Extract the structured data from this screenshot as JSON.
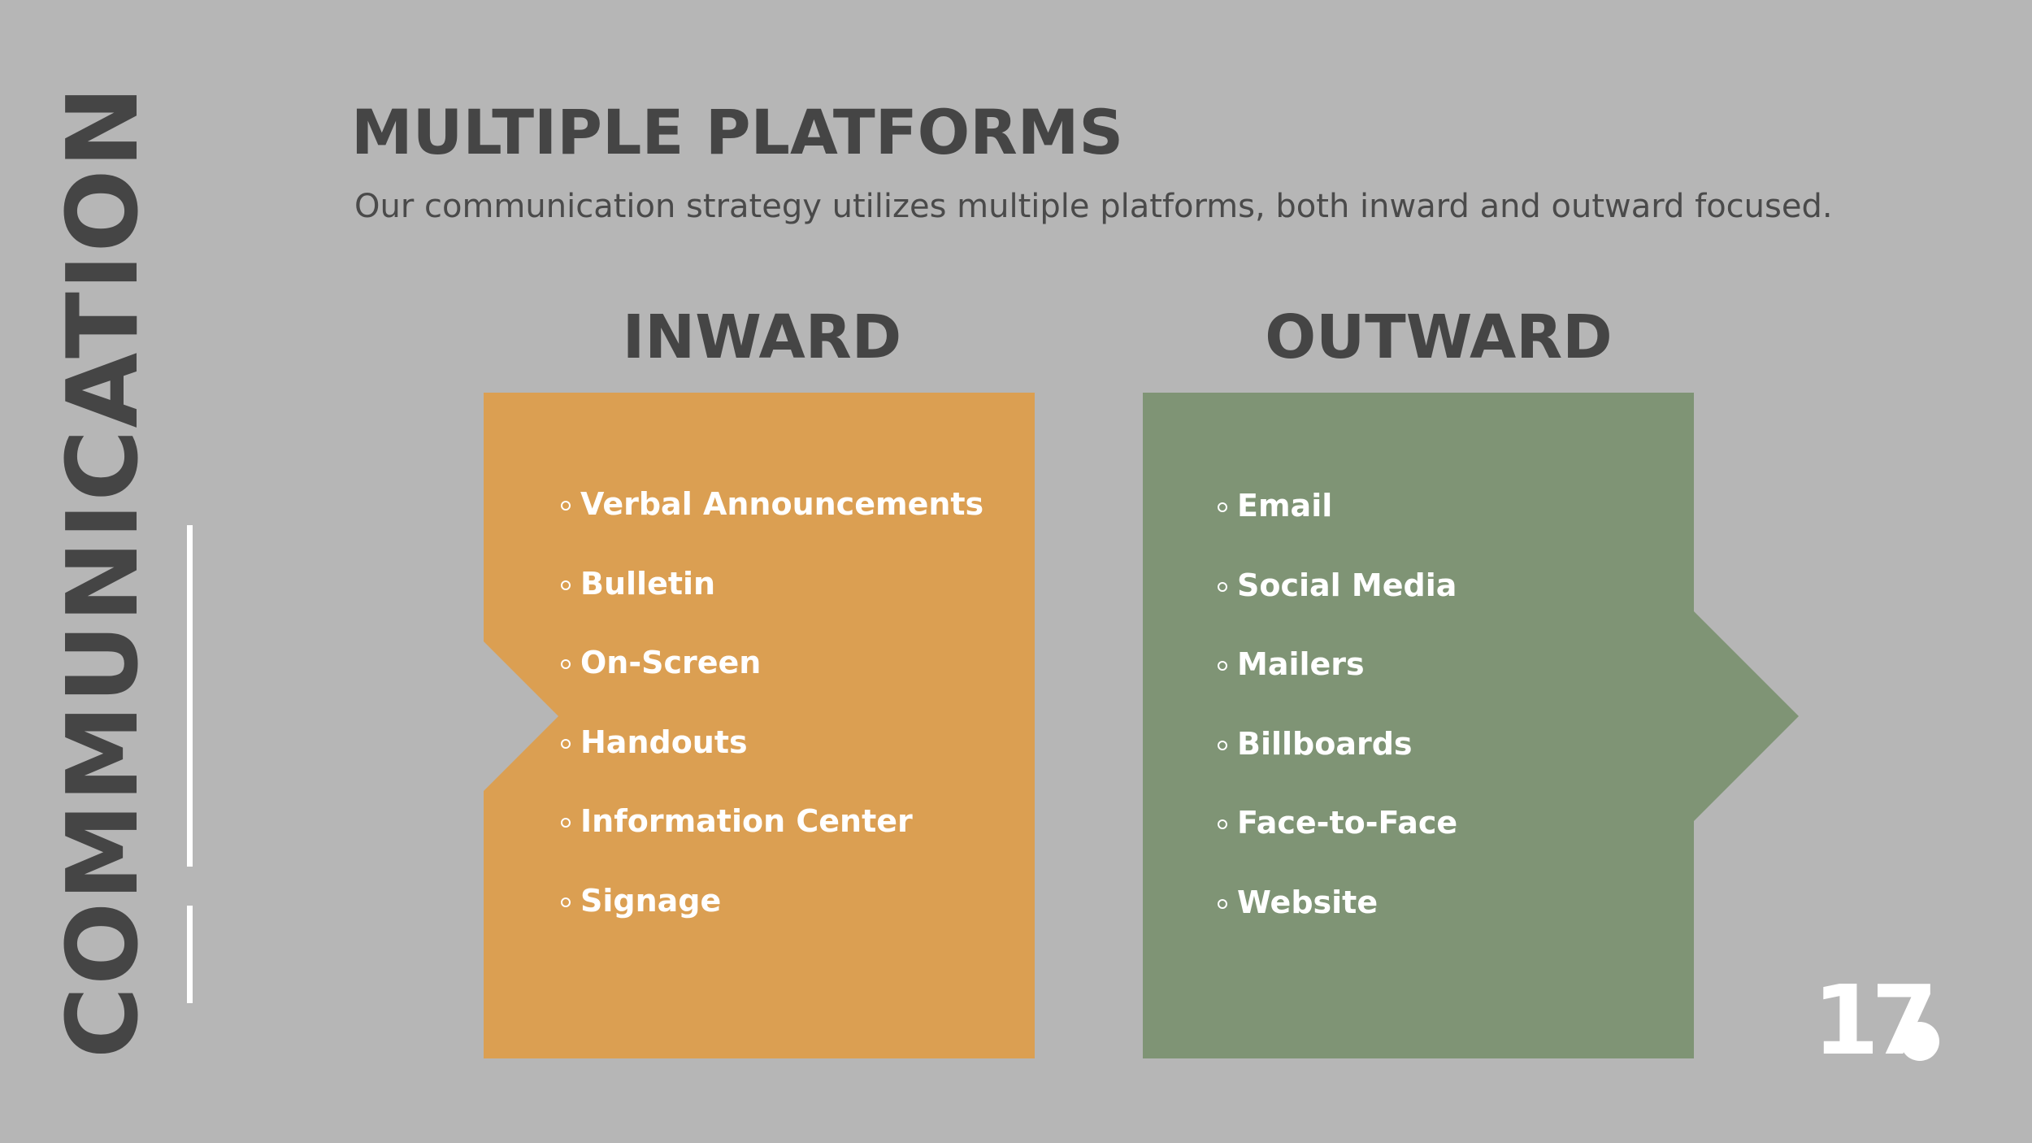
{
  "slide": {
    "side_title": "COMMUNICATION",
    "title": "MULTIPLE PLATFORMS",
    "subtitle": "Our communication strategy utilizes multiple platforms, both inward and outward focused.",
    "page_number": "17",
    "columns": [
      {
        "heading": "INWARD",
        "color": "#db9f52",
        "items": [
          "Verbal Announcements",
          "Bulletin",
          "On-Screen",
          "Handouts",
          "Information Center",
          "Signage"
        ]
      },
      {
        "heading": "OUTWARD",
        "color": "#7f9475",
        "items": [
          "Email",
          "Social Media",
          "Mailers",
          "Billboards",
          "Face-to-Face",
          "Website"
        ]
      }
    ]
  },
  "colors": {
    "background": "#b6b6b6",
    "heading_text": "#454545",
    "item_text": "#ffffff",
    "accent_line": "#ffffff"
  }
}
